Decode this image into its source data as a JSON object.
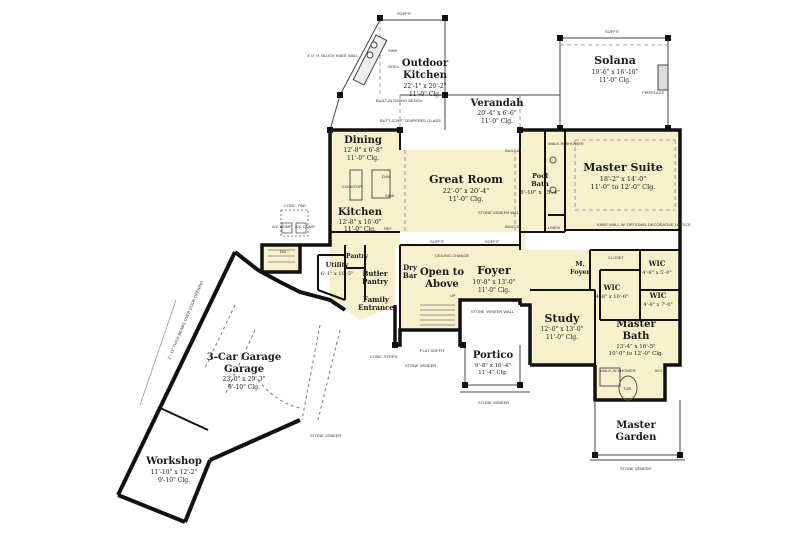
{
  "rooms": {
    "outdoor_kitchen": {
      "name": "Outdoor Kitchen",
      "dims": "22'-1\" x 20'-2\"",
      "clg": "11'-0\" Clg."
    },
    "solana": {
      "name": "Solana",
      "dims": "19'-6\" x 16'-10\"",
      "clg": "11'-0\" Clg."
    },
    "verandah": {
      "name": "Verandah",
      "dims": "20'-4\" x 6'-6\"",
      "clg": "11'-0\" Clg."
    },
    "dining": {
      "name": "Dining",
      "dims": "12'-8\" x 6'-8\"",
      "clg": "11'-0\" Clg."
    },
    "great_room": {
      "name": "Great Room",
      "dims": "22'-0\" x 20'-4\"",
      "clg": "11'-0\" Clg."
    },
    "master_suite": {
      "name": "Master Suite",
      "dims": "18'-2\" x 14'-0\"",
      "clg": "11'-0\" to 12'-0\" Clg."
    },
    "pool_bath": {
      "name": "Pool Bath",
      "dims": "6'-10\" x 15'-4\""
    },
    "kitchen": {
      "name": "Kitchen",
      "dims": "12'-8\" x 16'-0\"",
      "clg": "11'-0\" Clg."
    },
    "utility": {
      "name": "Utility",
      "dims": "6'-1\" x 10'-5\""
    },
    "pantry": {
      "name": "Pantry"
    },
    "butler_pantry": {
      "name": "Butler Pantry"
    },
    "dry_bar": {
      "name": "Dry Bar"
    },
    "open_to_above": {
      "name": "Open to Above"
    },
    "foyer": {
      "name": "Foyer",
      "dims": "10'-8\" x 13'-0\"",
      "clg": "11'-0\" Clg."
    },
    "m_foyer": {
      "name": "M. Foyer"
    },
    "wic1": {
      "name": "WIC",
      "dims": "4'-8\" x 5'-0\""
    },
    "wic2": {
      "name": "WIC",
      "dims": "4'-8\" x 10'-0\""
    },
    "wic3": {
      "name": "WIC",
      "dims": "4'-8\" x 7'-0\""
    },
    "family_entrance": {
      "name": "Family Entrance"
    },
    "study": {
      "name": "Study",
      "dims": "12'-0\" x 13'-0\"",
      "clg": "11'-0\" Clg."
    },
    "master_bath": {
      "name": "Master Bath",
      "dims": "13'-4\" x 16'-5\"",
      "clg": "10'-0\" to 12'-0\" Clg."
    },
    "garage": {
      "name": "3-Car Garage",
      "dims": "23'-0\" x 29'-3\"",
      "clg": "9'-10\" Clg."
    },
    "portico": {
      "name": "Portico",
      "dims": "9'-8\" x 10'-4\"",
      "clg": "11'-4\" Clg."
    },
    "workshop": {
      "name": "Workshop",
      "dims": "11'-10\" x 12'-2\"",
      "clg": "9'-10\" Clg."
    },
    "master_garden": {
      "name": "Master Garden"
    }
  },
  "notes": {
    "soffit": "SOFFIT",
    "stone_veneer": "STONE VENEER",
    "stone_veneer_wall": "STONE VENEER WALL",
    "fireplace": "FIREPLACE",
    "linen": "LINEN",
    "closet": "CLOSET",
    "walk_in_shower": "WALK-IN SHOWER",
    "tub": "TUB",
    "wc": "W.C.",
    "ac_comp": "A/C COMP.",
    "conc_pad": "CONC. PAD",
    "conc_steps": "CONC. STEPS",
    "ceiling_change": "CEILING CHANGE",
    "built_in": "BUILT-IN",
    "built_in_dining_bench": "BUILT-IN DINING BENCH",
    "butt_joint_glass": "BUTT-JOINT TEMPERED GLASS",
    "knee_wall": "4'-0\" H. BLOCK KNEE WALL",
    "knee_wall_lattice": "KNEE WALL W/ OPTIONAL DECORATIVE LATTICE",
    "flat_soffit": "FLAT SOFFIT",
    "dn": "DN",
    "up": "UP",
    "dw": "D/W",
    "cooktop": "COOKTOP",
    "ref": "REF.",
    "sink": "SINK",
    "grill": "GRILL",
    "ctop": "C/TOP",
    "sink_l": "SINK",
    "dbl_oven": "DBL. OVEN",
    "garage_beam": "3' - 11\" THICK BEAMS OVER DOOR OPENING"
  },
  "colors": {
    "floor": "#f6f1cc",
    "wall": "#111111",
    "line": "#5a5a5a",
    "background": "#ffffff"
  }
}
